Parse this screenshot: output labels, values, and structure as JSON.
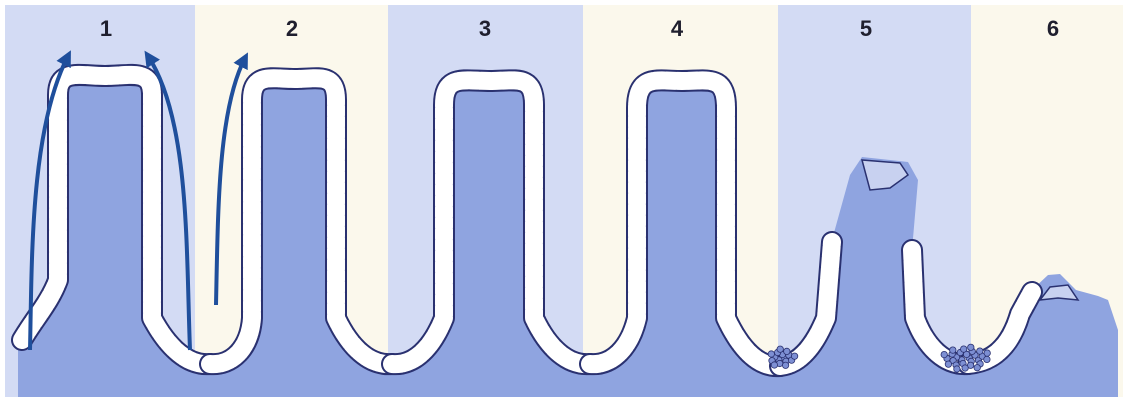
{
  "stages": [
    {
      "label": "1",
      "band_color": "#d3dbf4"
    },
    {
      "label": "2",
      "band_color": "#fbf8ec"
    },
    {
      "label": "3",
      "band_color": "#d3dbf4"
    },
    {
      "label": "4",
      "band_color": "#fbf8ec"
    },
    {
      "label": "5",
      "band_color": "#d3dbf4"
    },
    {
      "label": "6",
      "band_color": "#fbf8ec"
    }
  ],
  "colors": {
    "tissue": "#8fa4e0",
    "epithelium_fill": "#ffffff",
    "epithelium_stroke": "#2a3170",
    "arrow": "#1f4f9c",
    "debris": "#7d8fd3"
  },
  "icons": {
    "arrow": "upward-curved-arrow-icon",
    "villus": "villus-icon",
    "debris": "cell-debris-icon"
  }
}
